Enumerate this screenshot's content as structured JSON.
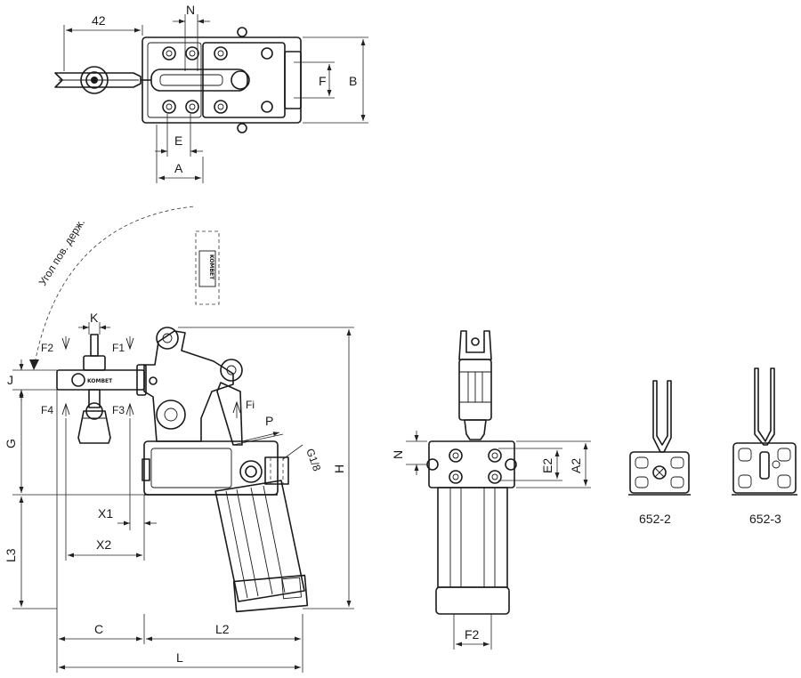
{
  "top_view": {
    "dims": {
      "d42": "42",
      "N": "N",
      "F": "F",
      "B": "B",
      "E": "E",
      "A": "A"
    }
  },
  "side_view": {
    "angle_label": "Угол пов. держ.",
    "forces": {
      "F1": "F1",
      "F2": "F2",
      "F3": "F3",
      "F4": "F4",
      "Fi": "Fi"
    },
    "dims": {
      "K": "K",
      "J": "J",
      "G": "G",
      "L3": "L3",
      "H": "H",
      "X1": "X1",
      "X2": "X2",
      "C": "C",
      "L2": "L2",
      "L": "L",
      "P": "P",
      "G18": "G1/8"
    },
    "brand": "KOMBET"
  },
  "front_view": {
    "dims": {
      "N": "N",
      "E2": "E2",
      "A2": "A2",
      "F2": "F2"
    }
  },
  "variants": [
    {
      "label": "652-2"
    },
    {
      "label": "652-3"
    }
  ]
}
